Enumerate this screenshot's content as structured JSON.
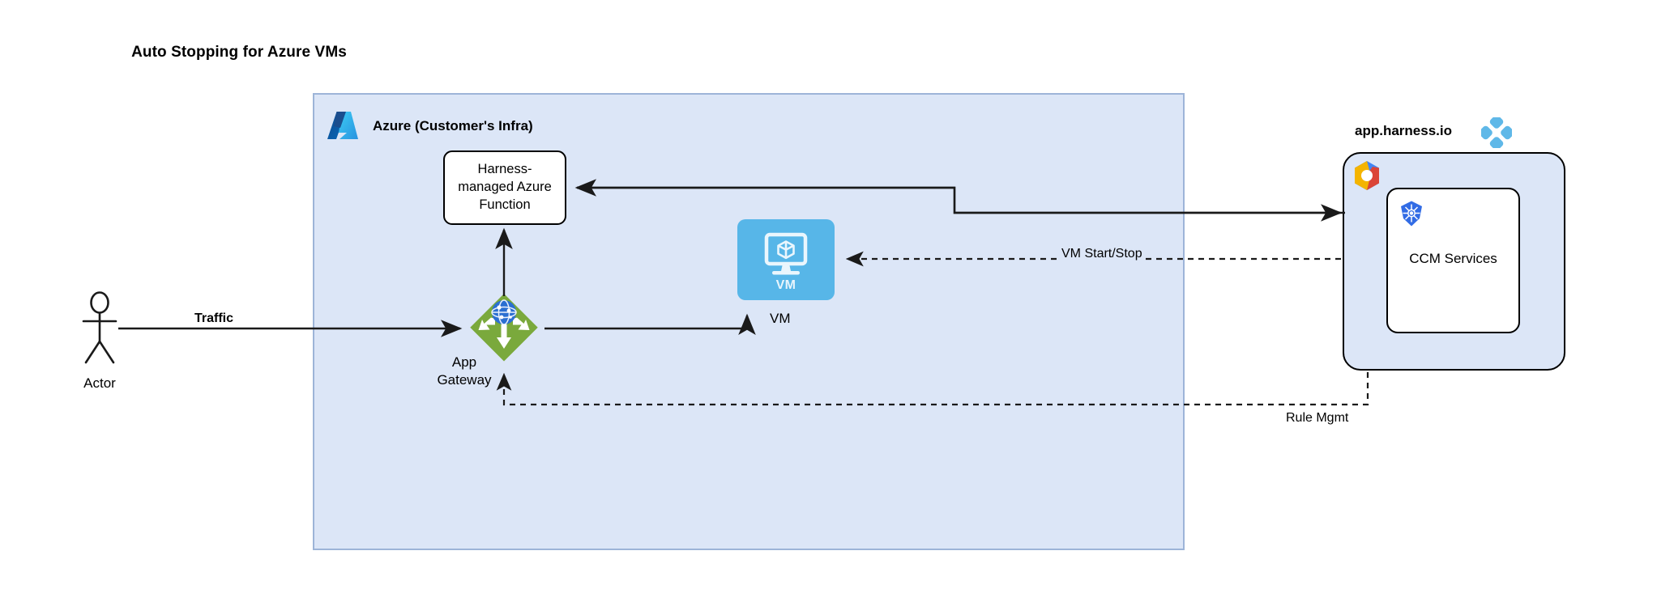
{
  "title": "Auto Stopping for Azure VMs",
  "azure": {
    "label": "Azure (Customer's Infra)",
    "logo_icon": "azure-logo-icon",
    "function_box": {
      "label": "Harness-\nmanaged Azure\nFunction",
      "line1": "Harness-",
      "line2": "managed Azure",
      "line3": "Function"
    },
    "vm": {
      "tile_text": "VM",
      "label": "VM",
      "icon": "vm-monitor-cube-icon"
    },
    "app_gateway": {
      "line1": "App",
      "line2": "Gateway",
      "icon": "app-gateway-icon"
    }
  },
  "actor": {
    "label": "Actor",
    "icon": "actor-stick-figure-icon"
  },
  "harness": {
    "title": "app.harness.io",
    "logo_icon": "harness-logo-icon",
    "cloud_logo_icon": "gcp-hexagon-icon",
    "ccm": {
      "label": "CCM Services",
      "icon": "kubernetes-icon"
    }
  },
  "edges": {
    "traffic": "Traffic",
    "vm_start_stop": "VM Start/Stop",
    "rule_mgmt": "Rule Mgmt"
  },
  "colors": {
    "azure_container_fill": "#dce6f7",
    "azure_container_stroke": "#9db4d8",
    "vm_tile": "#57b6e8",
    "app_gateway_green": "#7aa93c",
    "harness_blue": "#5fb8e8",
    "kubernetes_blue": "#326ce5",
    "edge_stroke": "#1a1a1a"
  }
}
